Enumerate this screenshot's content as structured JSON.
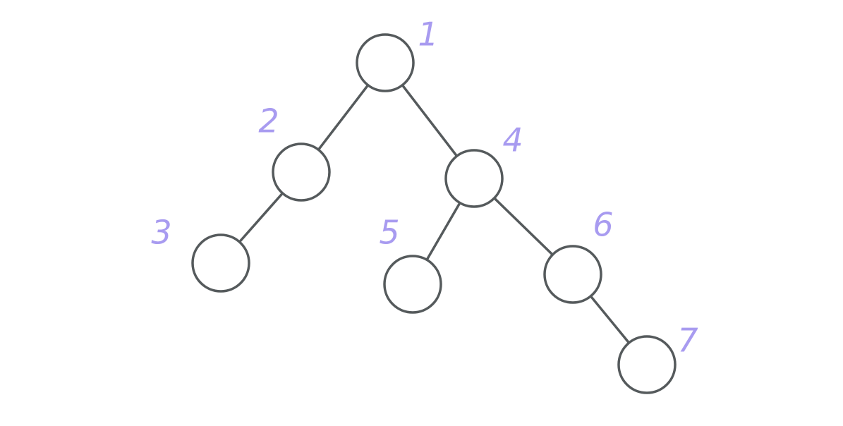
{
  "colors": {
    "edge": "#555a5c",
    "node_stroke": "#555a5c",
    "node_fill": "#ffffff",
    "label": "#a89bf0",
    "background": "#ffffff"
  },
  "tree": {
    "nodes": [
      {
        "id": "n1",
        "label": "1"
      },
      {
        "id": "n2",
        "label": "2"
      },
      {
        "id": "n3",
        "label": "3"
      },
      {
        "id": "n4",
        "label": "4"
      },
      {
        "id": "n5",
        "label": "5"
      },
      {
        "id": "n6",
        "label": "6"
      },
      {
        "id": "n7",
        "label": "7"
      }
    ],
    "edges": [
      {
        "from": "n1",
        "to": "n2"
      },
      {
        "from": "n1",
        "to": "n4"
      },
      {
        "from": "n2",
        "to": "n3"
      },
      {
        "from": "n4",
        "to": "n5"
      },
      {
        "from": "n4",
        "to": "n6"
      },
      {
        "from": "n6",
        "to": "n7"
      }
    ]
  }
}
